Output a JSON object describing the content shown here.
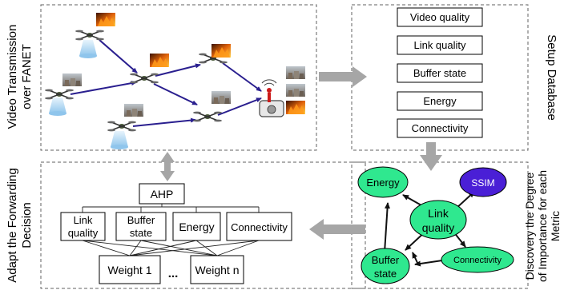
{
  "panels": {
    "video": {
      "label_line1": "Video Transmission",
      "label_line2": "over FANET"
    },
    "setup": {
      "label": "Setup Database"
    },
    "discovery": {
      "label_line1": "Discovery the Degree",
      "label_line2": "of Importance for each",
      "label_line3": "Metric"
    },
    "adapt": {
      "label_line1": "Adapt the Forwarding",
      "label_line2": "Decision"
    }
  },
  "database_items": [
    "Video quality",
    "Link quality",
    "Buffer state",
    "Energy",
    "Connectivity"
  ],
  "graph": {
    "energy": "Energy",
    "ssim": "SSIM",
    "link_l1": "Link",
    "link_l2": "quality",
    "buffer_l1": "Buffer",
    "buffer_l2": "state",
    "connectivity": "Connectivity"
  },
  "ahp": {
    "root": "AHP",
    "link_l1": "Link",
    "link_l2": "quality",
    "buffer_l1": "Buffer",
    "buffer_l2": "state",
    "energy": "Energy",
    "connectivity": "Connectivity",
    "weight1": "Weight 1",
    "ellipsis": "...",
    "weightn": "Weight n"
  },
  "colors": {
    "node_green": "#2fe88f",
    "node_ssim": "#4a1fd6",
    "flow_arrow": "#a6a6a6",
    "network_arrow": "#2a1f8f",
    "panel_border": "#606060"
  }
}
